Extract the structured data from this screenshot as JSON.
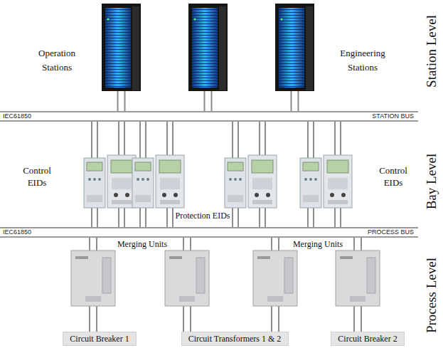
{
  "diagram": {
    "nodes": [
      {
        "text": [
          "IEC61850",
          "STATION BUS"
        ]
      },
      {
        "text": [
          "IEC61850",
          "PROCESS BUS"
        ]
      },
      {
        "text": [
          "Circuit Breaker 1"
        ]
      },
      {
        "text": [
          "Circuit Transformers 1 & 2"
        ]
      },
      {
        "text": [
          "Circuit Breaker 2"
        ]
      }
    ],
    "labels": [
      "Operation Stations",
      "Engineering Stations",
      "Station Level",
      "Control EIDs",
      "Bay Level",
      "Control EIDs",
      "Protection EIDs",
      "Merging Units",
      "Merging Units",
      "Process Level"
    ]
  }
}
